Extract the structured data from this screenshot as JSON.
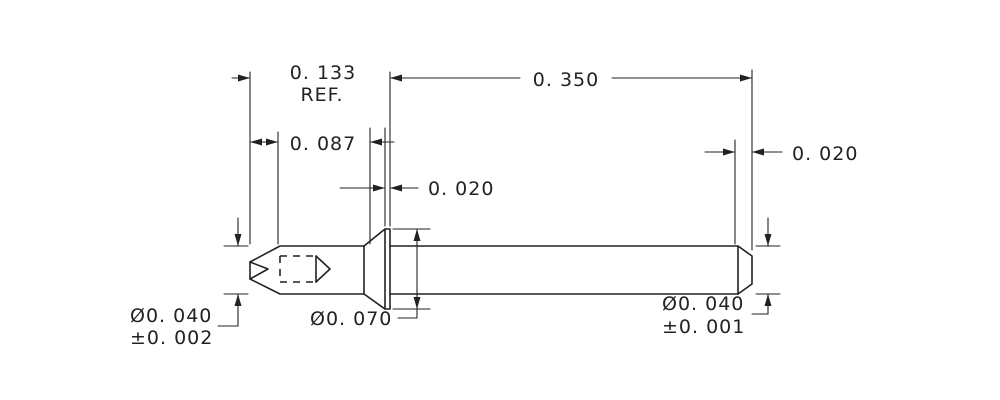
{
  "drawing": {
    "overall_ref_length": "0. 133",
    "overall_ref_note": "REF.",
    "body_length": "0. 350",
    "tip_length": "0. 087",
    "flange_thickness": "0. 020",
    "chamfer_length": "0. 020",
    "tip_diameter": "Ø0. 040",
    "tip_diameter_tolerance": "±0. 002",
    "flange_diameter": "Ø0. 070",
    "body_diameter": "Ø0. 040",
    "body_diameter_tolerance": "±0. 001"
  }
}
